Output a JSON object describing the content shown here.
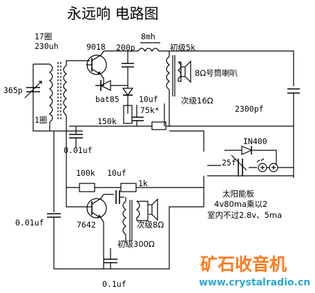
{
  "title": "永远响   电路图",
  "labels": {
    "coil_turns": "17圈",
    "coil_inductance": "230uh",
    "var_cap": "365p",
    "tap": "1圈",
    "q1": "9018",
    "c_200p": "200p",
    "l_8mh": "8mh",
    "primary_5k": "初级5k",
    "speaker1": "8Ω号筒喇叭",
    "secondary16": "次级16Ω",
    "diode_bat85": "bat85",
    "c_10uf_a": "10uf",
    "r_75k": "75k*",
    "r_150k": "150k",
    "c_001uf_a": "0.01uf",
    "c_2300pf": "2300pf",
    "diode_in400": "IN400",
    "c_25f": "25f",
    "solar_title": "太阳能板",
    "solar_spec": "4v80ma乘以2",
    "solar_note": "室内不过2.8v、5ma",
    "r_100k": "100k",
    "c_10uf_b": "10uf",
    "r_1k": "1k",
    "c_001uf_b": "0.01uf",
    "q2": "7642",
    "secondary8": "次级8Ω",
    "primary300": "初级300Ω",
    "c_01uf": "0.1uf"
  },
  "watermark": {
    "logo": "矿石收音机",
    "url": "www.crystalradio.cn"
  },
  "colors": {
    "resistor_accent": "#cc2222",
    "logo": "#ff7a1a",
    "url": "#2aa7d6"
  }
}
